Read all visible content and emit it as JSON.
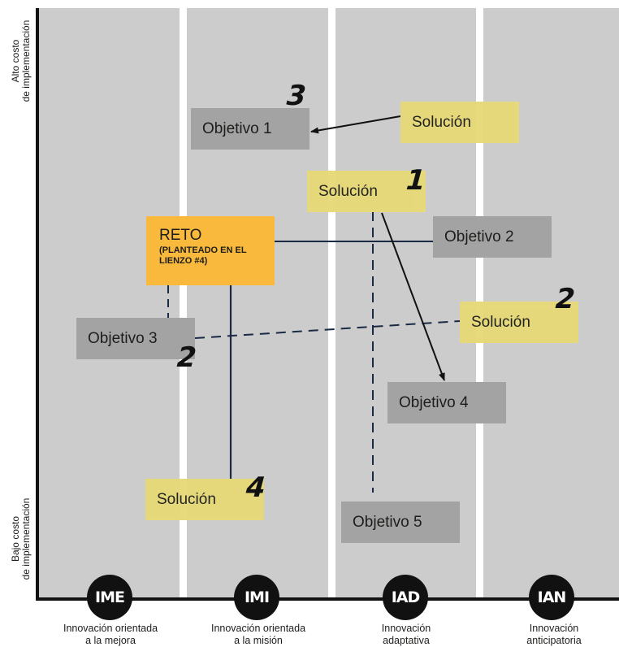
{
  "y_axis": {
    "top_label_line1": "Alto costo",
    "top_label_line2": "de implementación",
    "bottom_label_line1": "Bajo costo",
    "bottom_label_line2": "de implementación"
  },
  "categories": [
    {
      "badge": "IME",
      "label_line1": "Innovación orientada",
      "label_line2": "a la mejora"
    },
    {
      "badge": "IMI",
      "label_line1": "Innovación orientada",
      "label_line2": "a la misión"
    },
    {
      "badge": "IAD",
      "label_line1": "Innovación",
      "label_line2": "adaptativa"
    },
    {
      "badge": "IAN",
      "label_line1": "Innovación",
      "label_line2": "anticipatoria"
    }
  ],
  "reto": {
    "title": "RETO",
    "subtitle": "(PLANTEADO EN EL LIENZO #4)"
  },
  "objectives": [
    "Objetivo 1",
    "Objetivo 2",
    "Objetivo 3",
    "Objetivo 4",
    "Objetivo 5"
  ],
  "solutions": [
    {
      "label": "Solución",
      "number": "3"
    },
    {
      "label": "Solución",
      "number": "1"
    },
    {
      "label": "Solución",
      "number": "2"
    },
    {
      "label": "Solución",
      "number": "4"
    }
  ],
  "objective_3_number": "2",
  "colors": {
    "column": "#cccccc",
    "objective": "#a3a3a3",
    "solution": "#e6d978",
    "reto": "#f9b93d",
    "line": "#1b2a44"
  }
}
